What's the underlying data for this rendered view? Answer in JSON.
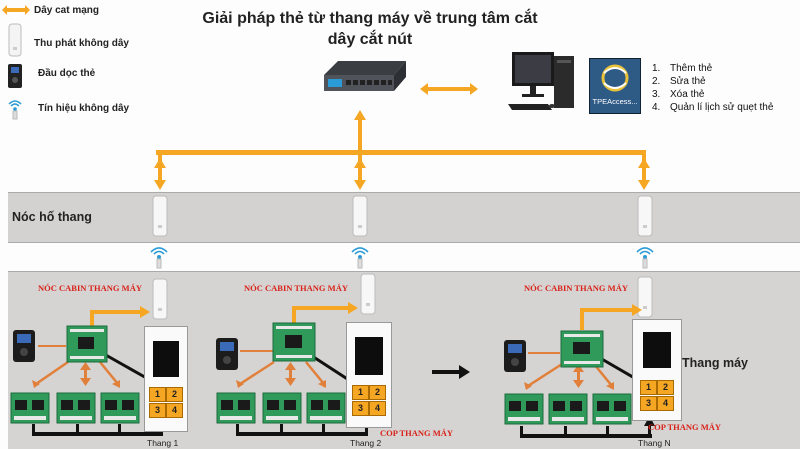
{
  "title_line1": "Giải pháp thẻ từ thang máy về trung tâm cắt",
  "title_line2": "dây cắt nút",
  "legend": [
    {
      "label": "Dây cat mạng",
      "icon": "orange-arrow-icon"
    },
    {
      "label": "Thu phát không dây",
      "icon": "wireless-ap-icon"
    },
    {
      "label": "Đầu dọc thẻ",
      "icon": "card-reader-icon"
    },
    {
      "label": "Tín hiệu không dây",
      "icon": "wifi-signal-icon"
    }
  ],
  "software": {
    "icon_label": "TPEAccess..."
  },
  "features": [
    {
      "num": "1.",
      "text": "Thêm thẻ"
    },
    {
      "num": "2.",
      "text": "Sửa thẻ"
    },
    {
      "num": "3.",
      "text": "Xóa thẻ"
    },
    {
      "num": "4.",
      "text": "Quản lí lịch sử quẹt thẻ"
    }
  ],
  "bands": {
    "shaft_top": "Nóc hố thang",
    "cabin": "Thang máy"
  },
  "cabin_top_label": "NÓC CABIN THANG MÁY",
  "car_panel_label": "COP THANG MÁY",
  "keypad": [
    "1",
    "2",
    "3",
    "4"
  ],
  "elevators": [
    "Thang 1",
    "Thang 2",
    "Thang N"
  ],
  "colors": {
    "network_cable": "#f5a623",
    "band_gray": "#d4d2d0",
    "label_red": "#d8221a",
    "board_green": "#2f9a5a",
    "keypad_orange": "#f5a623"
  }
}
